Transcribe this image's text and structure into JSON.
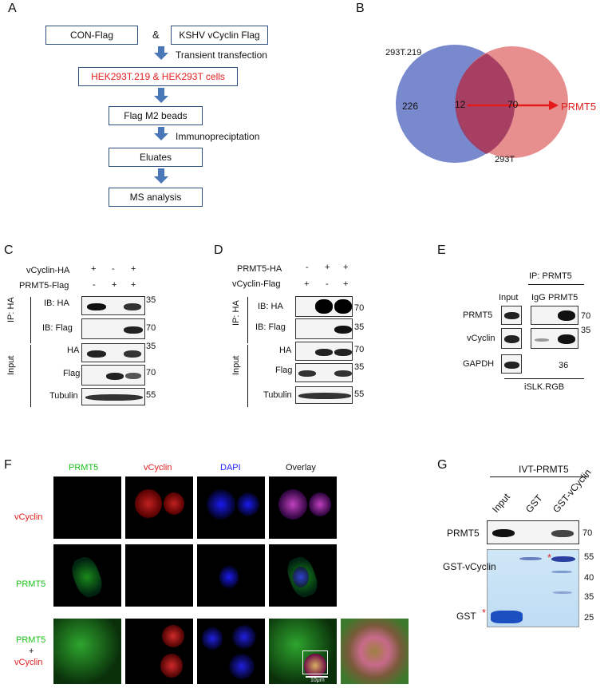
{
  "panels": {
    "A": "A",
    "B": "B",
    "C": "C",
    "D": "D",
    "E": "E",
    "F": "F",
    "G": "G"
  },
  "panelA": {
    "con_flag": "CON-Flag",
    "amp": "&",
    "kshv": "KSHV vCyclin Flag",
    "transient": "Transient transfection",
    "cells": "HEK293T.219 & HEK293T cells",
    "beads": "Flag M2 beads",
    "ip": "Immunopreciptation",
    "eluates": "Eluates",
    "ms": "MS analysis"
  },
  "panelB": {
    "set1": "293T.219",
    "set2": "293T",
    "only1": "226",
    "both": "12",
    "only2": "70",
    "target": "PRMT5"
  },
  "panelC": {
    "row1": "vCyclin-HA",
    "row2": "PRMT5-Flag",
    "signs1": [
      "+",
      "-",
      "+"
    ],
    "signs2": [
      "-",
      "+",
      "+"
    ],
    "group1": "IP: HA",
    "group2": "Input",
    "blots": [
      "IB: HA",
      "IB: Flag",
      "HA",
      "Flag",
      "Tubulin"
    ],
    "mw": [
      "35",
      "70",
      "35",
      "70",
      "55"
    ]
  },
  "panelD": {
    "row1": "PRMT5-HA",
    "row2": "vCyclin-Flag",
    "signs1": [
      "-",
      "+",
      "+"
    ],
    "signs2": [
      "+",
      "-",
      "+"
    ],
    "group1": "IP: HA",
    "group2": "Input",
    "blots": [
      "IB: HA",
      "IB: Flag",
      "HA",
      "Flag",
      "Tubulin"
    ],
    "mw": [
      "70",
      "35",
      "70",
      "35",
      "55"
    ]
  },
  "panelE": {
    "ip": "IP: PRMT5",
    "lanes": [
      "Input",
      "IgG",
      "PRMT5"
    ],
    "blots": [
      "PRMT5",
      "vCyclin",
      "GAPDH"
    ],
    "mw": [
      "70",
      "35",
      "36"
    ],
    "cell": "iSLK.RGB"
  },
  "panelF": {
    "cols": [
      "PRMT5",
      "vCyclin",
      "DAPI",
      "Overlay"
    ],
    "rows": [
      "vCyclin",
      "PRMT5"
    ],
    "row3a": "PRMT5",
    "row3b": "+",
    "row3c": "vCyclin",
    "scale": "10μm",
    "colors": {
      "green": "#19c319",
      "red": "#e02020",
      "blue": "#2020ff"
    }
  },
  "panelG": {
    "title": "IVT-PRMT5",
    "lanes": [
      "Input",
      "GST",
      "GST-vCyclin"
    ],
    "blot": "PRMT5",
    "blot_mw": "70",
    "gel_labels": [
      "GST-vCyclin",
      "GST"
    ],
    "gel_mw": [
      "55",
      "40",
      "35",
      "25"
    ],
    "star": "*"
  }
}
